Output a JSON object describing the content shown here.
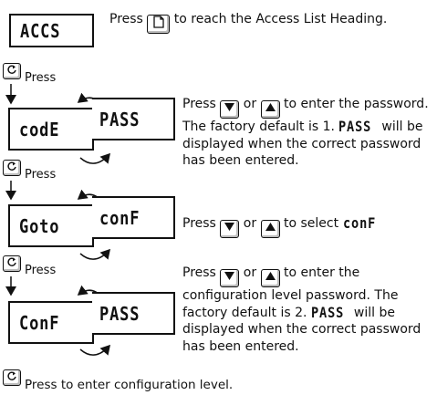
{
  "lcd": {
    "access": "ACCS",
    "code": "codE",
    "pass1": "PASS",
    "goto": "Goto",
    "conf_top": "conF",
    "conf": "ConF",
    "pass2": "PASS"
  },
  "keys": {
    "page_icon": "page-icon",
    "scroll_icon": "scroll-icon",
    "down_icon": "down-arrow-icon",
    "up_icon": "up-arrow-icon"
  },
  "step1": {
    "press": "Press",
    "text": "to reach the Access List Heading."
  },
  "press_label": "Press",
  "step2": {
    "press": "Press",
    "or": "or",
    "text1": "to enter the password.  The factory default is 1.",
    "pass_word": "PASS",
    "text2": "will be displayed when the correct password has been entered."
  },
  "step3": {
    "press": "Press",
    "or": "or",
    "text": "to select",
    "conf_word": "conF"
  },
  "step4": {
    "press": "Press",
    "or": "or",
    "text1": "to enter the configuration level password.  The factory default is 2.",
    "pass_word": "PASS",
    "text2": "will be displayed when the correct password has been entered."
  },
  "final": {
    "text": "Press to enter configuration level."
  }
}
